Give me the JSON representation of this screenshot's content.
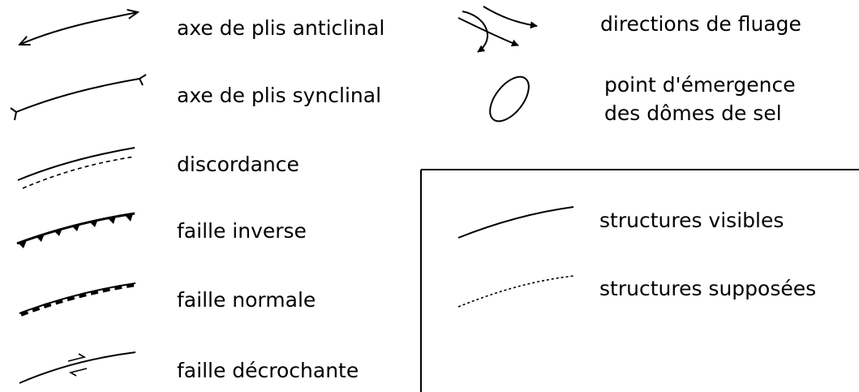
{
  "colors": {
    "ink": "#000000",
    "background": "#ffffff"
  },
  "left_column": [
    {
      "symbol": "double-arrow-icon",
      "label": "axe de plis anticlinal"
    },
    {
      "symbol": "synclinal-axis-icon",
      "label": "axe de plis synclinal"
    },
    {
      "symbol": "unconformity-icon",
      "label": "discordance"
    },
    {
      "symbol": "reverse-fault-icon",
      "label": "faille inverse"
    },
    {
      "symbol": "normal-fault-icon",
      "label": "faille normale"
    },
    {
      "symbol": "strike-slip-fault-icon",
      "label": "faille décrochante"
    }
  ],
  "right_column": [
    {
      "symbol": "flow-arrows-icon",
      "label": "directions de fluage"
    },
    {
      "symbol": "ellipse-icon",
      "label_line1": "point d'émergence",
      "label_line2": "des dômes de sel"
    }
  ],
  "box": [
    {
      "symbol": "solid-line-icon",
      "label": "structures visibles"
    },
    {
      "symbol": "dotted-line-icon",
      "label": "structures supposées"
    }
  ]
}
